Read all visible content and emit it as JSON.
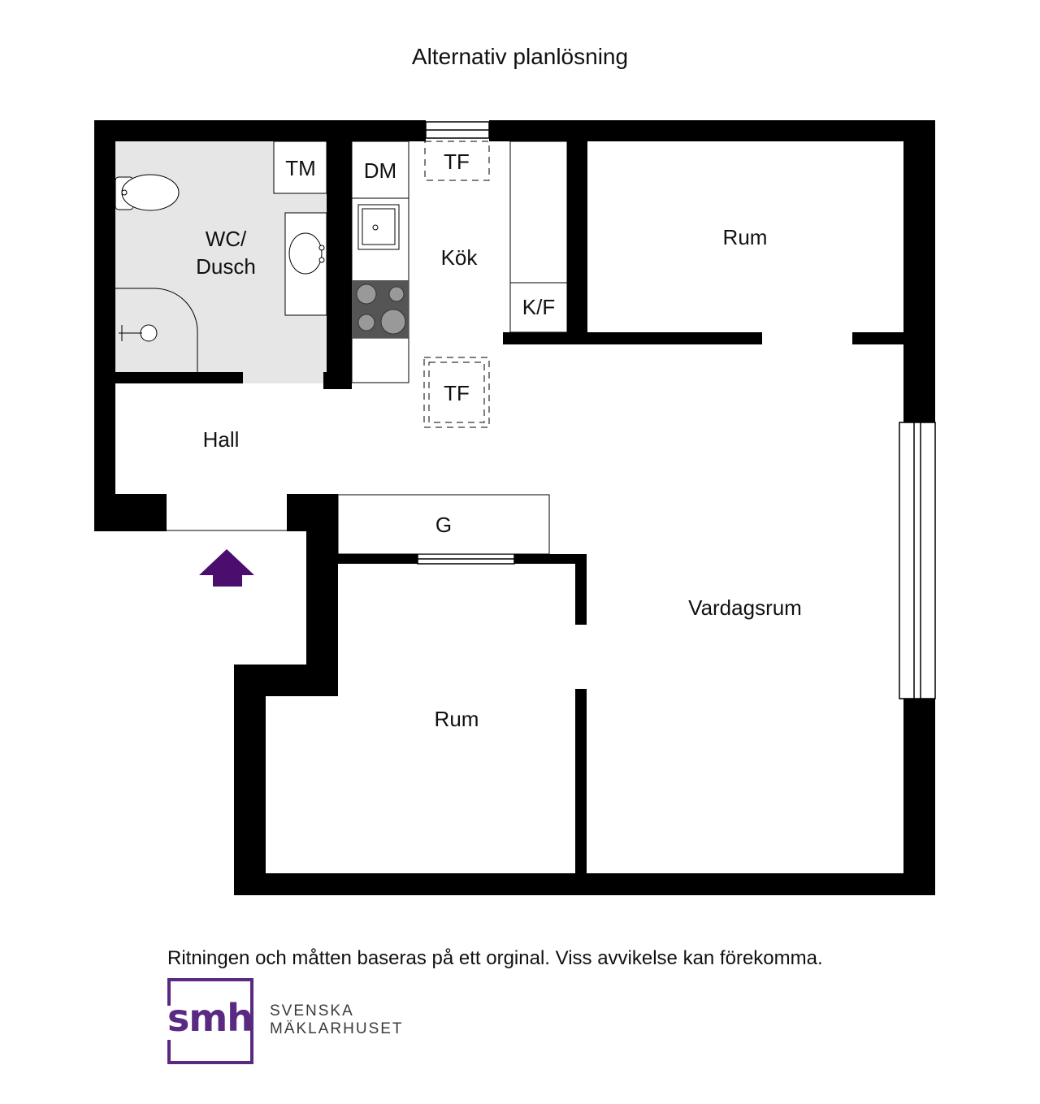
{
  "title": "Alternativ planlösning",
  "rooms": {
    "wc": "WC/",
    "wc2": "Dusch",
    "tm": "TM",
    "dm": "DM",
    "kok": "Kök",
    "tf1": "TF",
    "tf2": "TF",
    "kf": "K/F",
    "rum_top": "Rum",
    "hall": "Hall",
    "g": "G",
    "vardagsrum": "Vardagsrum",
    "rum_bottom": "Rum"
  },
  "disclaimer": "Ritningen och måtten baseras på ett orginal. Viss avvikelse kan förekomma.",
  "logo": {
    "mark": "smh",
    "line1": "SVENSKA",
    "line2": "MÄKLARHUSET"
  },
  "colors": {
    "wall": "#000000",
    "bathroom_floor": "#e6e6e6",
    "accent": "#4b0e6e",
    "logo": "#5a2a82"
  }
}
